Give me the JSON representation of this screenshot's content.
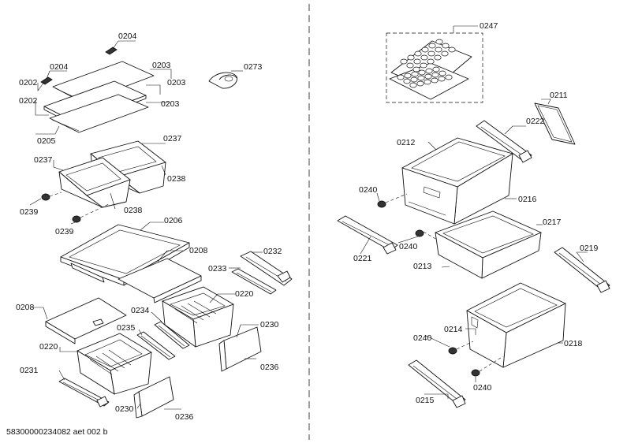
{
  "document_id": "58300000234082 aet 002 b",
  "labels": {
    "l0204a": "0204",
    "l0204b": "0204",
    "l0202a": "0202",
    "l0202b": "0202",
    "l0203a": "0203",
    "l0203b": "0203",
    "l0203c": "0203",
    "l0205": "0205",
    "l0273": "0273",
    "l0237a": "0237",
    "l0237b": "0237",
    "l0238a": "0238",
    "l0238b": "0238",
    "l0239a": "0239",
    "l0239b": "0239",
    "l0206": "0206",
    "l0208a": "0208",
    "l0208b": "0208",
    "l0232": "0232",
    "l0233": "0233",
    "l0220a": "0220",
    "l0220b": "0220",
    "l0234": "0234",
    "l0235": "0235",
    "l0230a": "0230",
    "l0230b": "0230",
    "l0236a": "0236",
    "l0236b": "0236",
    "l0231": "0231",
    "l0247": "0247",
    "l0211": "0211",
    "l0222": "0222",
    "l0212": "0212",
    "l0216": "0216",
    "l0240a": "0240",
    "l0240b": "0240",
    "l0240c": "0240",
    "l0240d": "0240",
    "l0217": "0217",
    "l0221": "0221",
    "l0213": "0213",
    "l0219": "0219",
    "l0214": "0214",
    "l0218": "0218",
    "l0215": "0215"
  }
}
